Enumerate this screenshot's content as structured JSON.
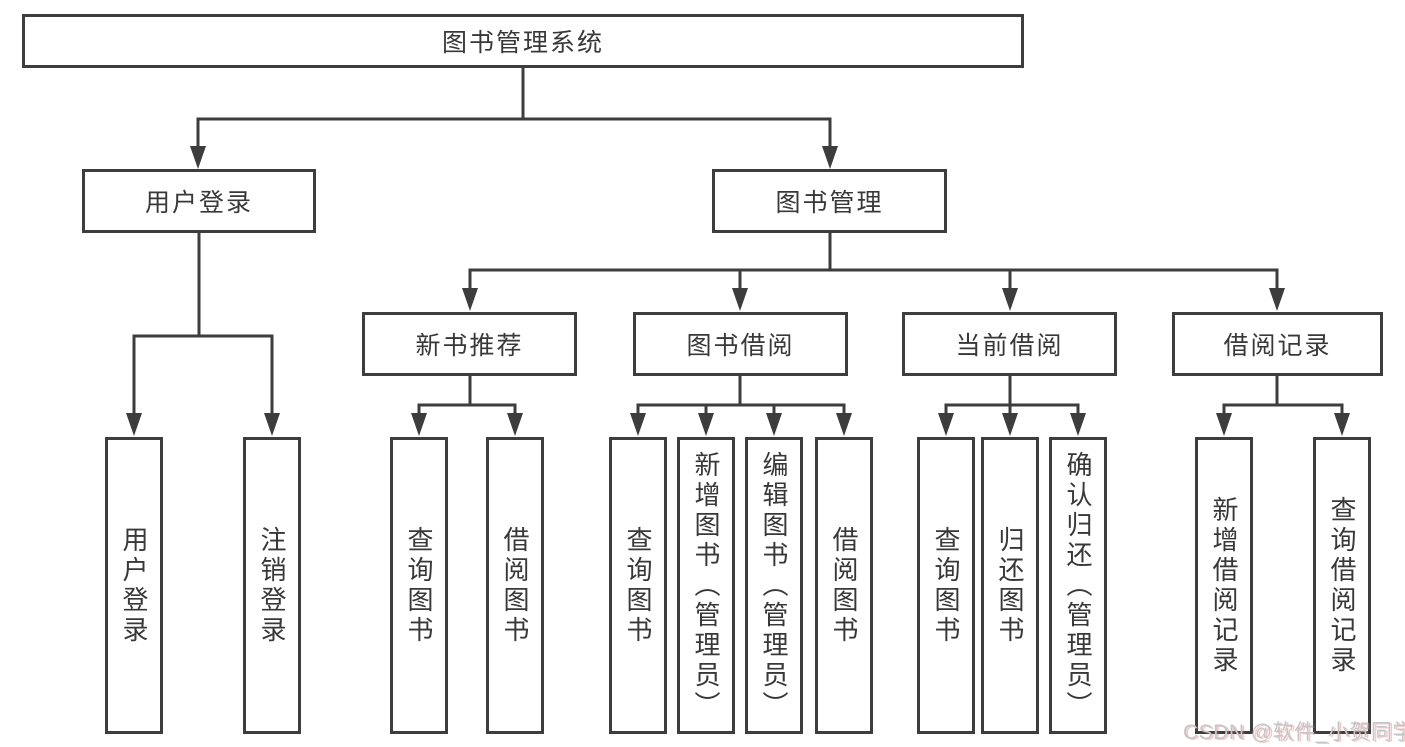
{
  "diagram": {
    "title": "图书管理系统",
    "root": {
      "label": "图书管理系统"
    },
    "branches": [
      {
        "label": "用户登录",
        "children": [
          {
            "label": "用户登录"
          },
          {
            "label": "注销登录"
          }
        ]
      },
      {
        "label": "图书管理",
        "children": [
          {
            "label": "新书推荐",
            "children": [
              {
                "label": "查询图书"
              },
              {
                "label": "借阅图书"
              }
            ]
          },
          {
            "label": "图书借阅",
            "children": [
              {
                "label": "查询图书"
              },
              {
                "label": "新增图书（管理员）"
              },
              {
                "label": "编辑图书（管理员）"
              },
              {
                "label": "借阅图书"
              }
            ]
          },
          {
            "label": "当前借阅",
            "children": [
              {
                "label": "查询图书"
              },
              {
                "label": "归还图书"
              },
              {
                "label": "确认归还（管理员）"
              }
            ]
          },
          {
            "label": "借阅记录",
            "children": [
              {
                "label": "新增借阅记录"
              },
              {
                "label": "查询借阅记录"
              }
            ]
          }
        ]
      }
    ]
  },
  "watermark": {
    "text": "CSDN @软件_小贺同学"
  },
  "colors": {
    "line": "#3d3d3d",
    "box_border": "#3d3d3d",
    "text": "#383838",
    "background": "#ffffff",
    "watermark_gray": "#c6c6c6",
    "watermark_red_tint": "#d66a6a"
  }
}
